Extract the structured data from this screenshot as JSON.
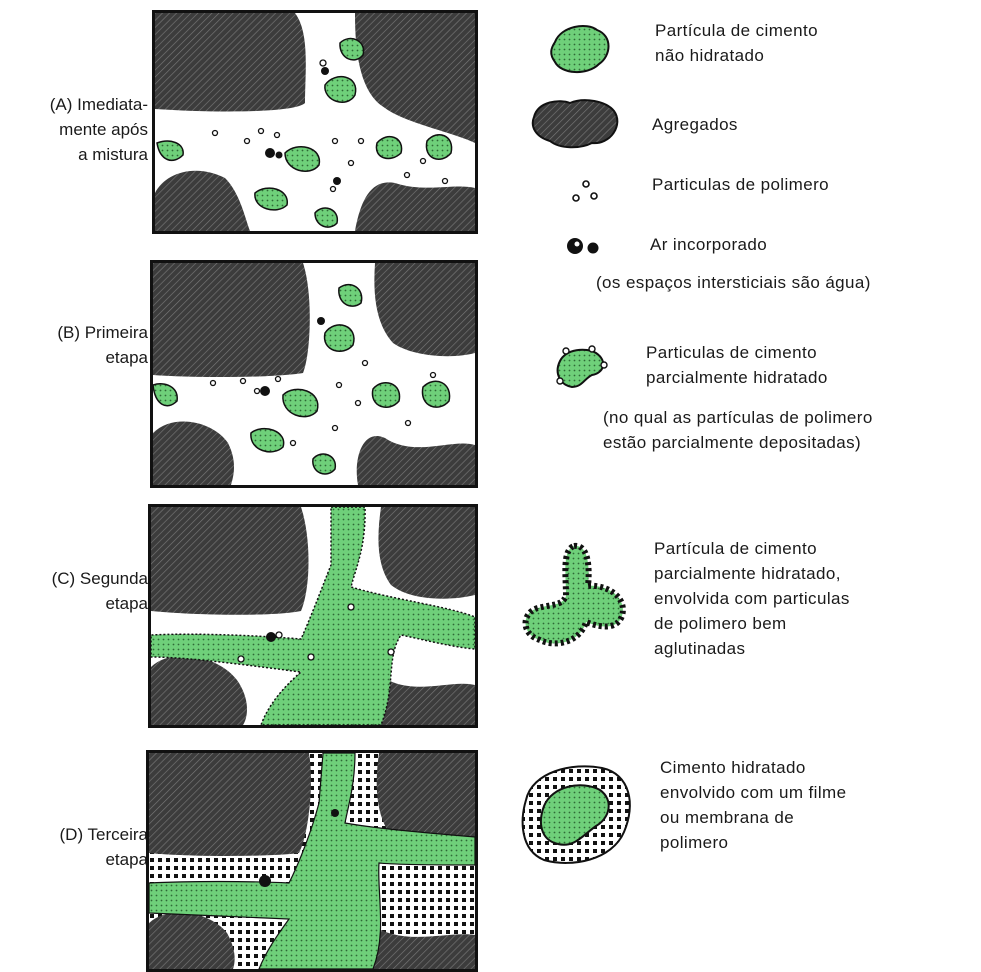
{
  "stages": [
    {
      "id": "A",
      "label": "(A) Imediata-\nmente após\na mistura"
    },
    {
      "id": "B",
      "label": "(B) Primeira\netapa"
    },
    {
      "id": "C",
      "label": "(C) Segunda\netapa"
    },
    {
      "id": "D",
      "label": "(D) Terceira\netapa"
    }
  ],
  "legend": {
    "unhydrated_cement": "Partícula de cimento\nnão hidratado",
    "aggregates": "Agregados",
    "polymer_particles": "Particulas de polimero",
    "air": "Ar incorporado",
    "water_note": "(os espaços intersticiais são água)",
    "partially_hydrated": "Particulas de cimento\nparcialmente hidratado",
    "partially_hydrated_note": "(no qual as partículas de polimero\nestão parcialmente depositadas)",
    "enveloped": "Partícula de cimento\nparcialmente hidratado,\nenvolvida com particulas\nde polimero bem\naglutinadas",
    "film": "Cimento hidratado\nenvolvido com um filme\nou membrana de\npolimero"
  },
  "colors": {
    "cement": "#6fd07a",
    "aggregate": "#3c3c3c",
    "outline": "#111111"
  }
}
